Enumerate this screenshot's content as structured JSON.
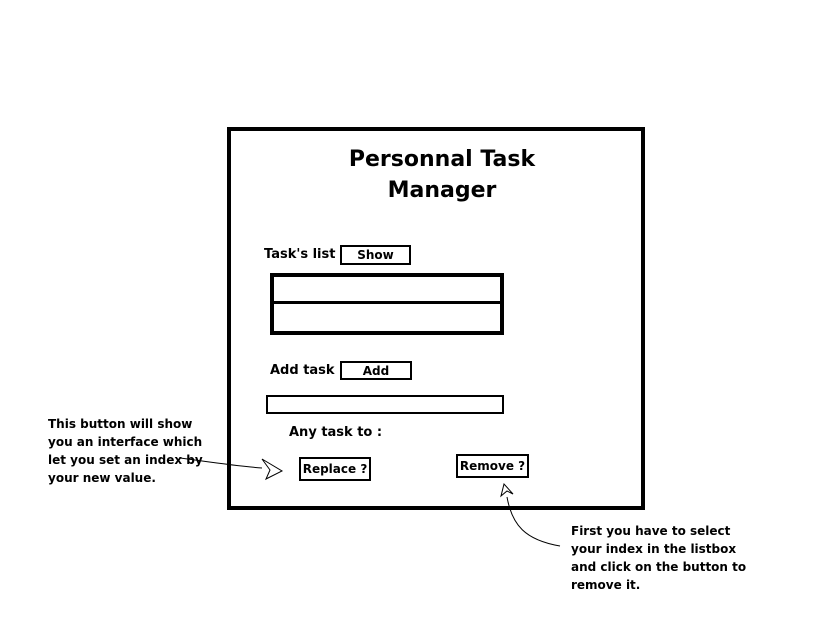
{
  "window": {
    "title_line1": "Personnal Task",
    "title_line2": "Manager"
  },
  "task_list": {
    "label": "Task's list :",
    "show_button": "Show",
    "items": []
  },
  "add_task": {
    "label": "Add task :",
    "add_button": "Add",
    "input_value": "",
    "input_placeholder": ""
  },
  "any_task": {
    "label": "Any task to :",
    "replace_button": "Replace ?",
    "remove_button": "Remove ?"
  },
  "annotations": {
    "replace_note": [
      "This button will show",
      "you an interface which",
      "let you set an index by",
      "your new value."
    ],
    "remove_note": [
      "First you have to select",
      "your index in the listbox",
      "and click on the button to",
      "remove it."
    ]
  }
}
